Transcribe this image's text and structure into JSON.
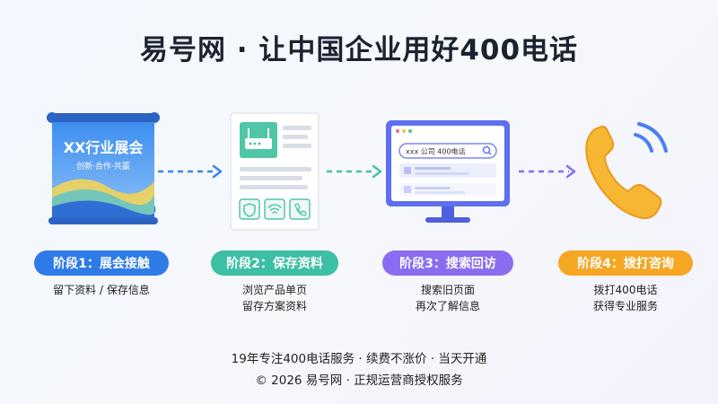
{
  "title": "易号网 · 让中国企业用好400电话",
  "stages": [
    {
      "label": "阶段1：展会接触",
      "color": "#2f7be8",
      "desc": [
        "留下资料 / 保存信息"
      ],
      "banner_title": "XX行业展会",
      "banner_sub": "创新·合作·共赢",
      "icon": "exhibition-banner-icon"
    },
    {
      "label": "阶段2：保存资料",
      "color": "#3cbfa4",
      "desc": [
        "浏览产品单页",
        "留存方案资料"
      ],
      "icon": "document-router-icon"
    },
    {
      "label": "阶段3：搜索回访",
      "color": "#8a6cf0",
      "desc": [
        "搜索旧页面",
        "再次了解信息"
      ],
      "search_text": "xxx 公司 400电话",
      "icon": "monitor-search-icon"
    },
    {
      "label": "阶段4：拨打咨询",
      "color": "#f5a623",
      "desc": [
        "拨打400电话",
        "获得专业服务"
      ],
      "icon": "phone-call-icon"
    }
  ],
  "footer": {
    "line1": "19年专注400电话服务 · 续费不涨价 · 当天开通",
    "line2": "© 2026 易号网 · 正规运营商授权服务"
  }
}
